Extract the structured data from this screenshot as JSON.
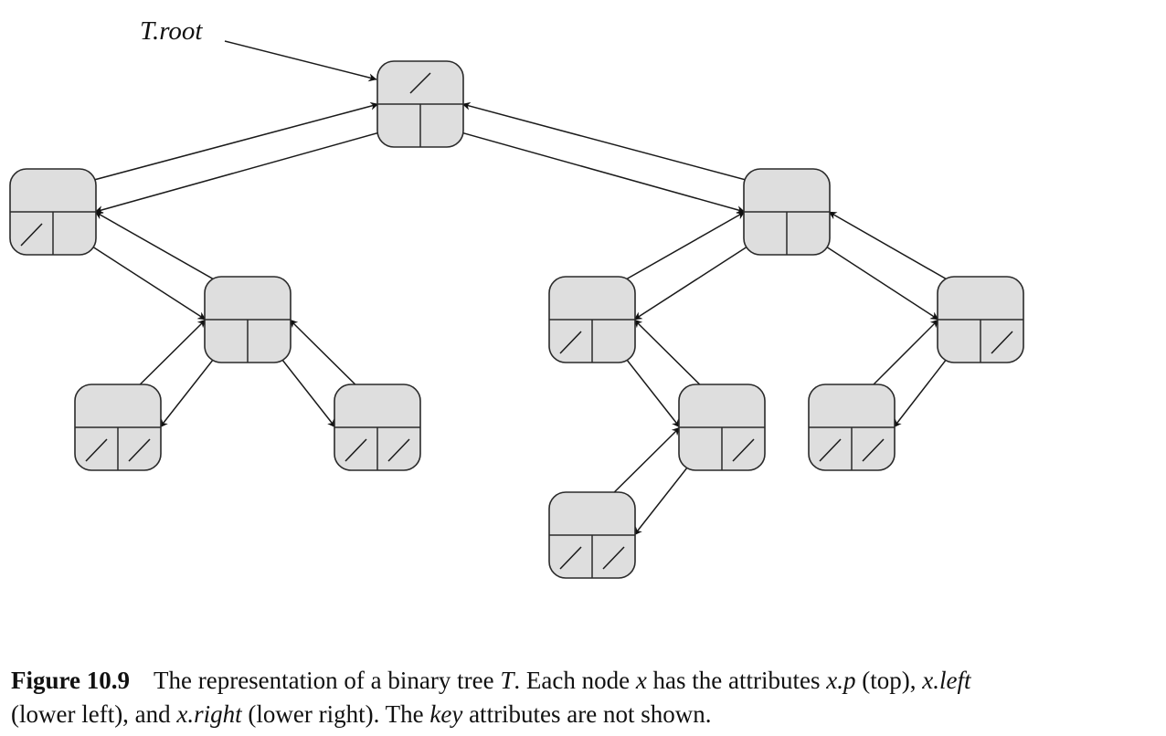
{
  "figure": {
    "root_label": "T.root",
    "tree": {
      "id": "r",
      "children": [
        {
          "id": "a",
          "left": null,
          "right": {
            "id": "b",
            "children": [
              {
                "id": "c",
                "left": null,
                "right": null
              },
              {
                "id": "d",
                "left": null,
                "right": null
              }
            ]
          }
        },
        {
          "id": "e",
          "children": [
            {
              "id": "f",
              "left": null,
              "right": {
                "id": "g",
                "left": {
                  "id": "h",
                  "left": null,
                  "right": null
                },
                "right": null
              }
            },
            {
              "id": "i",
              "left": {
                "id": "j",
                "left": null,
                "right": null
              },
              "right": null
            }
          ]
        }
      ]
    },
    "nodes": [
      {
        "id": "r",
        "parent": null,
        "left": "a",
        "right": "e"
      },
      {
        "id": "a",
        "parent": "r",
        "left": null,
        "right": "b"
      },
      {
        "id": "b",
        "parent": "a",
        "left": "c",
        "right": "d"
      },
      {
        "id": "c",
        "parent": "b",
        "left": null,
        "right": null
      },
      {
        "id": "d",
        "parent": "b",
        "left": null,
        "right": null
      },
      {
        "id": "e",
        "parent": "r",
        "left": "f",
        "right": "i"
      },
      {
        "id": "f",
        "parent": "e",
        "left": null,
        "right": "g"
      },
      {
        "id": "g",
        "parent": "f",
        "left": "h",
        "right": null
      },
      {
        "id": "h",
        "parent": "g",
        "left": null,
        "right": null
      },
      {
        "id": "i",
        "parent": "e",
        "left": "j",
        "right": null
      },
      {
        "id": "j",
        "parent": "i",
        "left": null,
        "right": null
      }
    ]
  },
  "caption": {
    "label": "Figure 10.9",
    "segments": [
      {
        "text": "The representation of a binary tree ",
        "italic": false
      },
      {
        "text": "T",
        "italic": true
      },
      {
        "text": ". Each node ",
        "italic": false
      },
      {
        "text": "x",
        "italic": true
      },
      {
        "text": " has the attributes ",
        "italic": false
      },
      {
        "text": "x.p",
        "italic": true
      },
      {
        "text": " (top), ",
        "italic": false
      },
      {
        "text": "x.left",
        "italic": true
      }
    ],
    "segments_line2": [
      {
        "text": "(lower left), and ",
        "italic": false
      },
      {
        "text": "x.right",
        "italic": true
      },
      {
        "text": " (lower right). The ",
        "italic": false
      },
      {
        "text": "key",
        "italic": true
      },
      {
        "text": " attributes are not shown.",
        "italic": false
      }
    ]
  }
}
